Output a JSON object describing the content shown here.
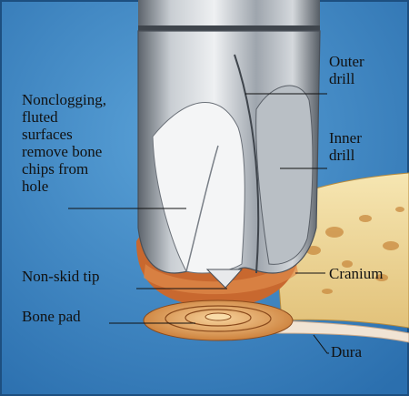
{
  "diagram": {
    "labels": {
      "nonclogging": [
        "Nonclogging,",
        "fluted",
        "surfaces",
        "remove bone",
        "chips from",
        "hole"
      ],
      "nonskid_tip": "Non-skid tip",
      "bone_pad": "Bone pad",
      "outer_drill": [
        "Outer",
        "drill"
      ],
      "inner_drill": [
        "Inner",
        "drill"
      ],
      "cranium": "Cranium",
      "dura": "Dura"
    },
    "colors": {
      "background": "#3d86c4",
      "steel": "#9ca3ab",
      "bone": "#efd79a",
      "tissue": "#c8682f",
      "pad": "#e2a35a"
    }
  }
}
